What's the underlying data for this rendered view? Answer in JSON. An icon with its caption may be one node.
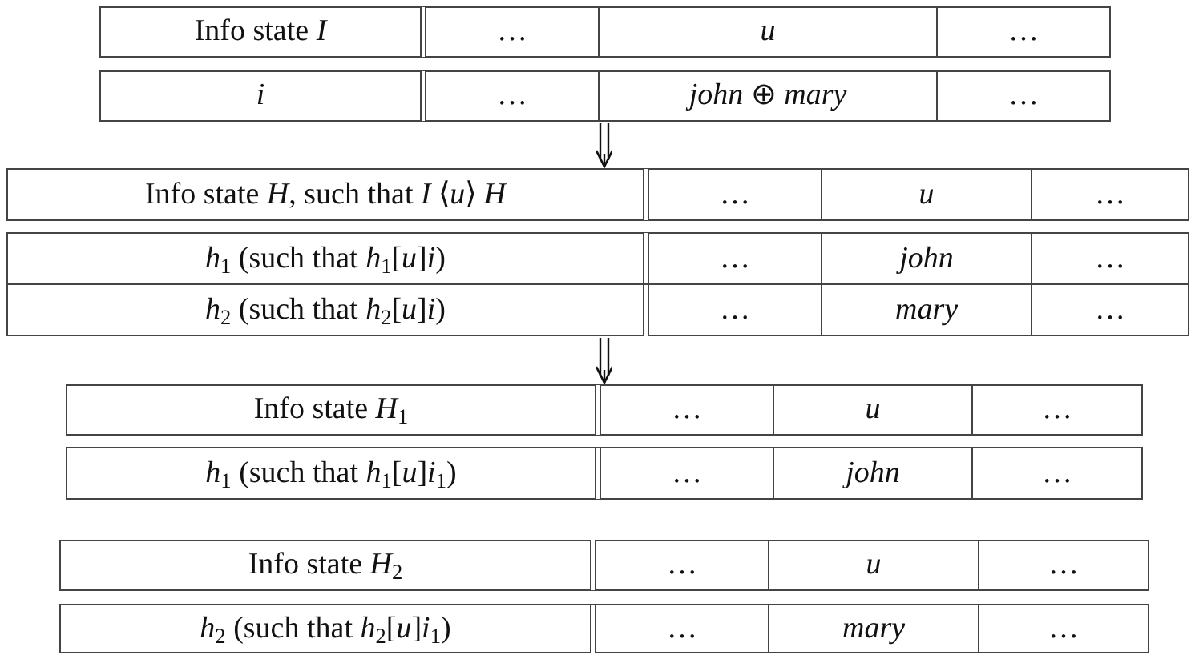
{
  "diagram": {
    "nodes": [
      {
        "text": [
          "Info state *I*",
          "…",
          "u",
          "…",
          "i",
          "…",
          "*john* ⊕ *mary*",
          "…"
        ]
      },
      {
        "text": [
          "Info state *H*, such that *I* ⟨*u*⟩ *H*",
          "…",
          "u",
          "…",
          "*h*$_{1}$ (such that *h*$_{1}$[*u*]*i*)",
          "…",
          "john",
          "…",
          "*h*$_{2}$ (such that *h*$_{2}$[*u*]*i*)",
          "…",
          "mary",
          "…"
        ]
      },
      {
        "text": [
          "Info state *H*$_{1}$",
          "…",
          "u",
          "…",
          "*h*$_{1}$ (such that *h*$_{1}$[*u*]*i*$_{1}$)",
          "…",
          "john",
          "…"
        ]
      },
      {
        "text": [
          "Info state *H*$_{2}$",
          "…",
          "u",
          "…",
          "*h*$_{2}$ (such that *h*$_{2}$[*u*]*i*$_{1}$)",
          "…",
          "mary",
          "…"
        ]
      }
    ],
    "edges": [
      {
        "from": 0,
        "to": 1,
        "arrow": "to"
      },
      {
        "from": 1,
        "to": 2,
        "arrow": "to"
      }
    ]
  }
}
